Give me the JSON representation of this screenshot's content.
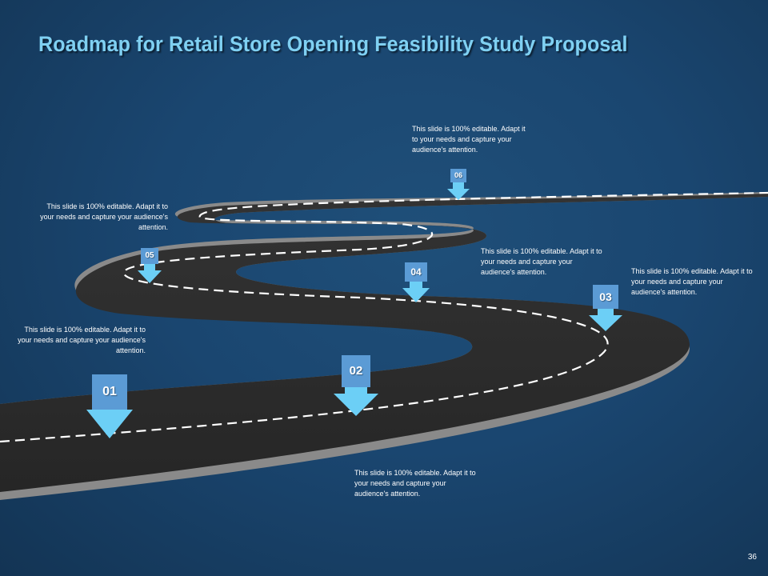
{
  "slide": {
    "title": "Roadmap for Retail Store Opening Feasibility Study Proposal",
    "page_number": "36"
  },
  "colors": {
    "road": "#2b2b2b",
    "road_edge": "#8a8a8a",
    "lane_line": "#ffffff",
    "marker_box": "#5b9bd5",
    "marker_arrow": "#6ccff6",
    "title": "#7fd0f2"
  },
  "milestones": [
    {
      "number": "01",
      "text": "This slide is 100% editable. Adapt it to your needs and capture your audience's attention."
    },
    {
      "number": "02",
      "text": "This slide is 100% editable. Adapt it to your needs and capture your audience's attention."
    },
    {
      "number": "03",
      "text": "This slide is 100% editable. Adapt it to your needs and capture your audience's attention."
    },
    {
      "number": "04",
      "text": "This slide is 100% editable. Adapt it to your needs and capture your audience's attention."
    },
    {
      "number": "05",
      "text": "This slide is 100% editable. Adapt it to your needs and capture your audience's attention."
    },
    {
      "number": "06",
      "text": "This slide is 100% editable. Adapt it to your needs and capture your audience's attention."
    }
  ]
}
